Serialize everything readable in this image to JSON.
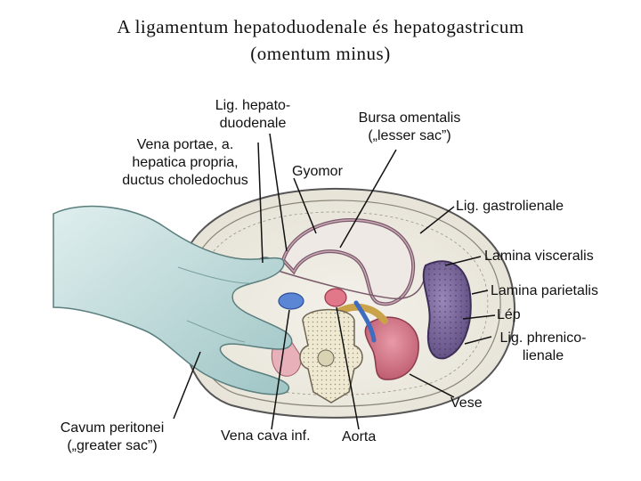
{
  "title": {
    "line1": "A ligamentum hepatoduodenale és hepatogastricum",
    "line2": "(omentum minus)"
  },
  "labels": {
    "lig_hepatoduodenale_1": "Lig. hepato-",
    "lig_hepatoduodenale_2": "duodenale",
    "vena_portae_1": "Vena portae, a.",
    "vena_portae_2": "hepatica propria,",
    "vena_portae_3": "ductus choledochus",
    "bursa_1": "Bursa omentalis",
    "bursa_2": "(„lesser sac”)",
    "gyomor": "Gyomor",
    "lig_gastrolienale": "Lig. gastrolienale",
    "lamina_visceralis": "Lamina visceralis",
    "lamina_parietalis": "Lamina parietalis",
    "lep": "Lép",
    "lig_phrenico_1": "Lig. phrenico-",
    "lig_phrenico_2": "lienale",
    "vese": "Vese",
    "cavum_1": "Cavum peritonei",
    "cavum_2": "(„greater sac”)",
    "vena_cava": "Vena cava inf.",
    "aorta": "Aorta"
  }
}
